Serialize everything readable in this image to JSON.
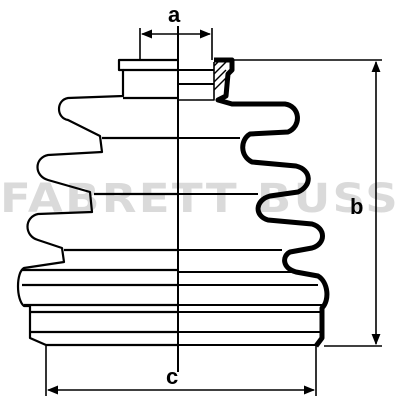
{
  "drawing": {
    "title": "",
    "subject": "CV joint boot",
    "dimension_labels": {
      "top_diameter": "a",
      "height": "b",
      "bottom_diameter": "c"
    }
  },
  "watermark": "FABRETT BUSS",
  "colors": {
    "line": "#000000",
    "background": "#ffffff"
  }
}
